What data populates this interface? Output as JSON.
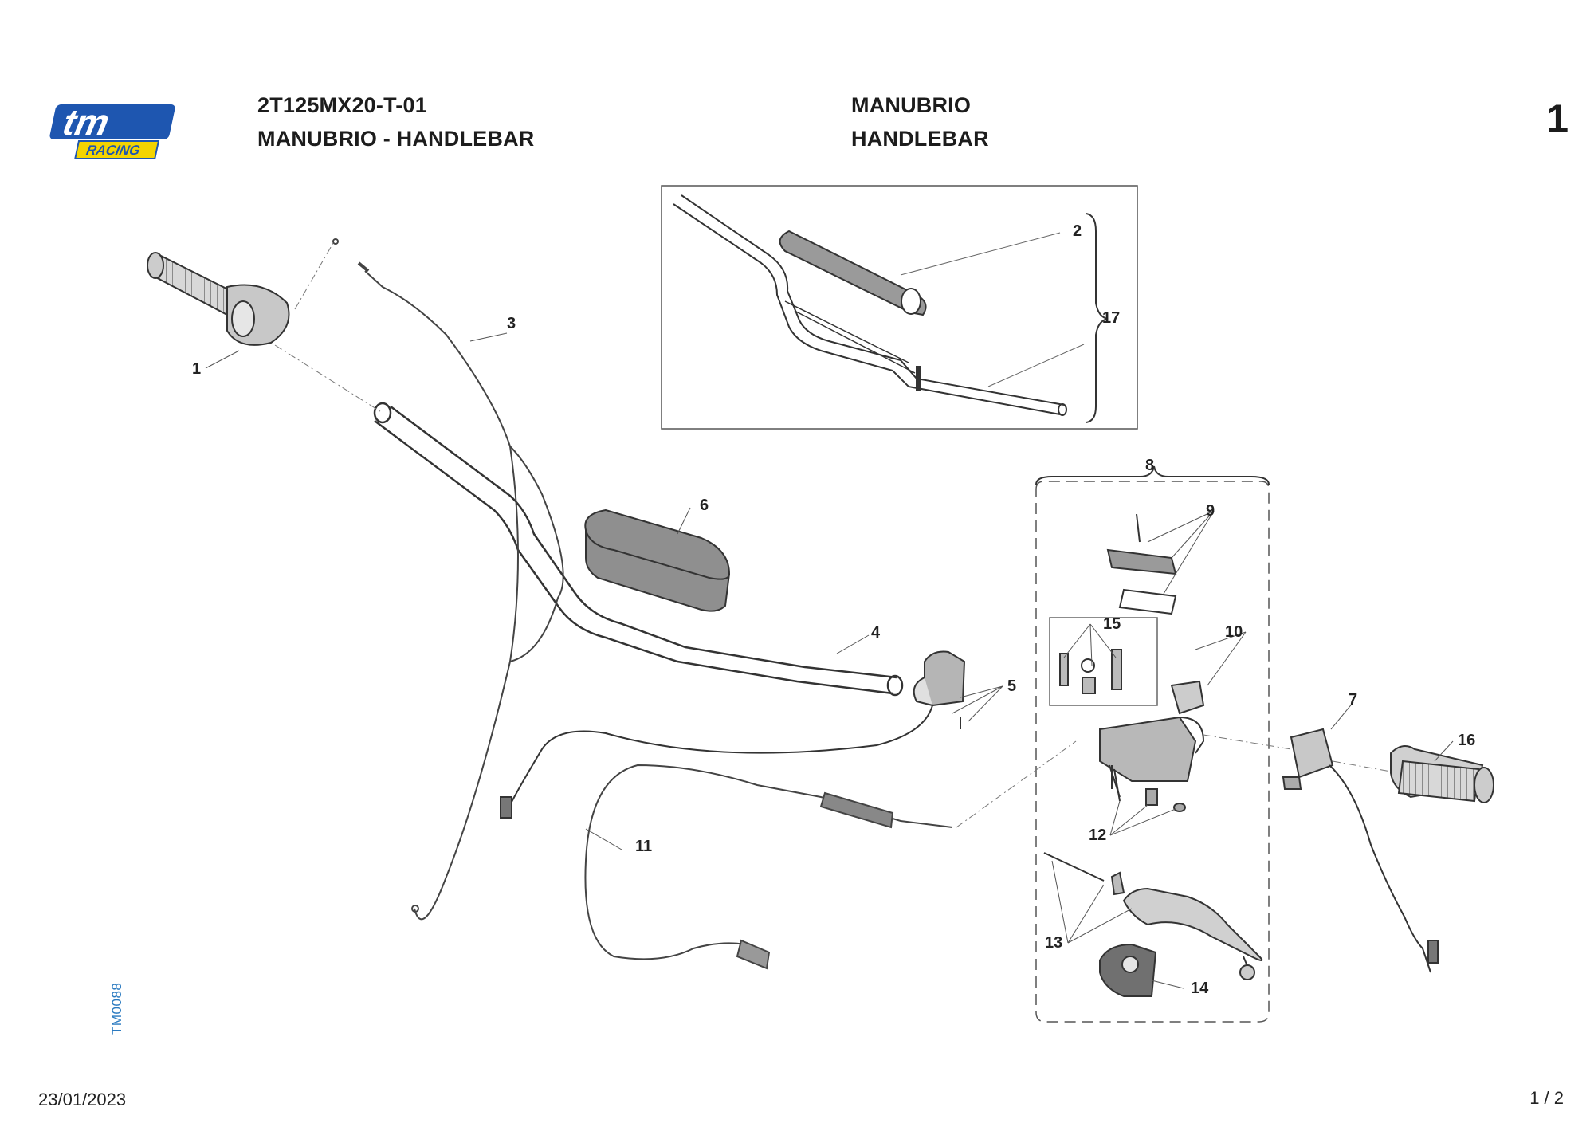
{
  "header": {
    "logo_text": "tm",
    "logo_sub": "RACING",
    "code": "2T125MX20-T-01",
    "title_it_en": "MANUBRIO - HANDLEBAR",
    "title_it": "MANUBRIO",
    "title_en": "HANDLEBAR",
    "sheet_number": "1"
  },
  "drawing": {
    "ref_code": "TM0088",
    "callouts": [
      "1",
      "2",
      "3",
      "4",
      "5",
      "6",
      "7",
      "8",
      "9",
      "10",
      "11",
      "12",
      "13",
      "14",
      "15",
      "16",
      "17"
    ]
  },
  "footer": {
    "date": "23/01/2023",
    "page": "1 / 2"
  },
  "colors": {
    "logo_blue": "#1e56b0",
    "logo_yellow": "#f4d400",
    "ref_blue": "#2a7ac0"
  }
}
